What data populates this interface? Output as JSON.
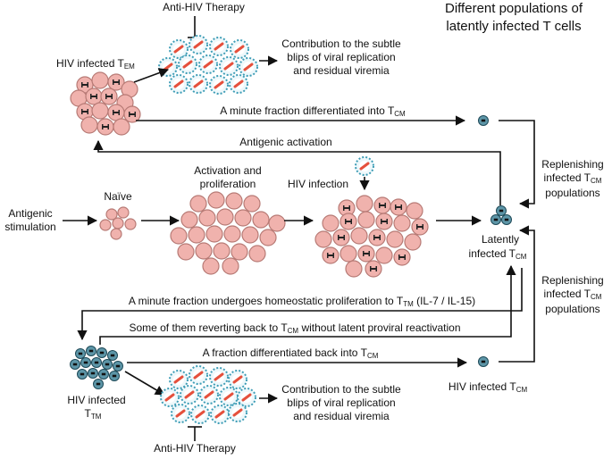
{
  "title": {
    "line1": "Different populations of",
    "line2": "latently infected T cells"
  },
  "labels": {
    "anti_hiv_top": "Anti-HIV Therapy",
    "anti_hiv_bottom": "Anti-HIV Therapy",
    "contribution_top": [
      "Contribution to the subtle",
      "blips of viral replication",
      "and residual viremia"
    ],
    "contribution_bottom": [
      "Contribution to the subtle",
      "blips of viral replication",
      "and residual viremia"
    ],
    "hiv_infected_tem": {
      "main": "HIV infected T",
      "sub": "EM"
    },
    "minute_fraction_tcm": {
      "main": "A minute fraction differentiated into T",
      "sub": "CM"
    },
    "antigenic_activation": "Antigenic activation",
    "replenishing_top": {
      "line1": "Replenishing",
      "line2_main": "infected T",
      "line2_sub": "CM",
      "line3": "populations"
    },
    "replenishing_bottom": {
      "line1": "Replenishing",
      "line2_main": "infected T",
      "line2_sub": "CM",
      "line3": "populations"
    },
    "antigenic_stimulation": [
      "Antigenic",
      "stimulation"
    ],
    "naive": "Naïve",
    "activation_proliferation": [
      "Activation and",
      "proliferation"
    ],
    "hiv_infection": "HIV infection",
    "latently_infected": {
      "line1": "Latently",
      "line2_main": "infected T",
      "line2_sub": "CM"
    },
    "homeostatic": {
      "pre": "A minute fraction undergoes homeostatic proliferation to T",
      "sub": "TM",
      "post": " (IL-7 / IL-15)"
    },
    "reverting": {
      "pre": "Some of them reverting back to T",
      "sub": "CM",
      "post": " without latent proviral reactivation"
    },
    "fraction_back": {
      "main": "A fraction differentiated back into T",
      "sub": "CM"
    },
    "hiv_infected_ttm": {
      "line1": "HIV infected",
      "line2_main": "T",
      "line2_sub": "TM"
    },
    "hiv_infected_tcm": {
      "main": "HIV infected T",
      "sub": "CM"
    }
  },
  "icons": [
    "virus-icon",
    "latent-cell-icon",
    "blunt-inhibition-arrow"
  ],
  "colors": {
    "infected_cell": "#f0b2ad",
    "latent_cell": "#2f6b80",
    "virus_ring": "#3e9db6",
    "virus_core": "#e5503c"
  }
}
